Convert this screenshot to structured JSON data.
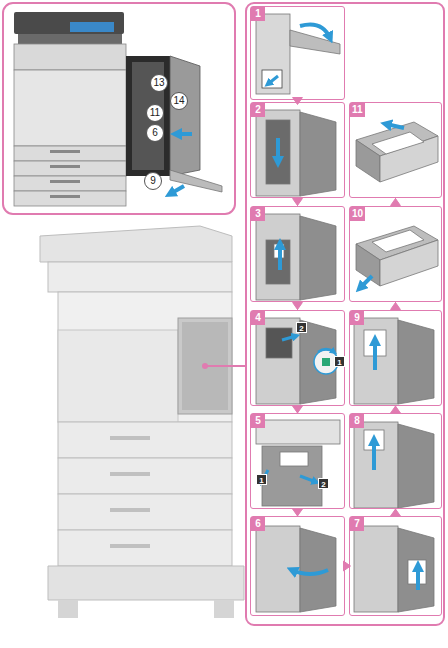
{
  "diagram": {
    "nodes": [
      {
        "text": [
          "1"
        ]
      },
      {
        "text": [
          "2"
        ]
      },
      {
        "text": [
          "3"
        ]
      },
      {
        "text": [
          "4"
        ]
      },
      {
        "text": [
          "5"
        ]
      },
      {
        "text": [
          "6"
        ]
      },
      {
        "text": [
          "7"
        ]
      },
      {
        "text": [
          "8"
        ]
      },
      {
        "text": [
          "9"
        ]
      },
      {
        "text": [
          "10"
        ]
      },
      {
        "text": [
          "11"
        ]
      }
    ],
    "edges": [
      {
        "from": 0,
        "to": 1,
        "arrow": "to"
      },
      {
        "from": 1,
        "to": 2,
        "arrow": "to"
      },
      {
        "from": 2,
        "to": 3,
        "arrow": "to"
      },
      {
        "from": 3,
        "to": 4,
        "arrow": "to"
      },
      {
        "from": 4,
        "to": 5,
        "arrow": "to"
      },
      {
        "from": 5,
        "to": 6,
        "arrow": "to"
      },
      {
        "from": 6,
        "to": 7,
        "arrow": "to"
      },
      {
        "from": 7,
        "to": 8,
        "arrow": "to"
      },
      {
        "from": 8,
        "to": 9,
        "arrow": "to"
      },
      {
        "from": 9,
        "to": 10,
        "arrow": "to"
      }
    ],
    "labels": [
      "13",
      "14",
      "11",
      "6",
      "9",
      "2",
      "1",
      "1",
      "2"
    ]
  }
}
